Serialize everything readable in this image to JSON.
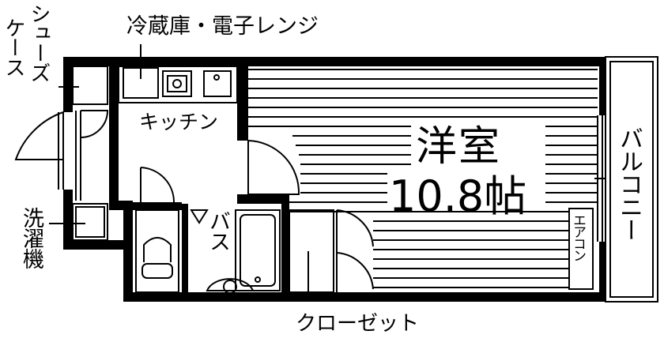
{
  "labels": {
    "shoe_case_col1": "シューズ",
    "shoe_case_col2": "ケース",
    "fridge_microwave": "冷蔵庫・電子レンジ",
    "kitchen": "キッチン",
    "room_name": "洋室",
    "room_size": "10.8帖",
    "washer": "洗濯機",
    "bath": "バス",
    "balcony": "バルコニー",
    "closet": "クローゼット",
    "aircon": "エアコン"
  },
  "colors": {
    "wall": "#000000",
    "floor": "#ffffff",
    "line": "#000000"
  }
}
